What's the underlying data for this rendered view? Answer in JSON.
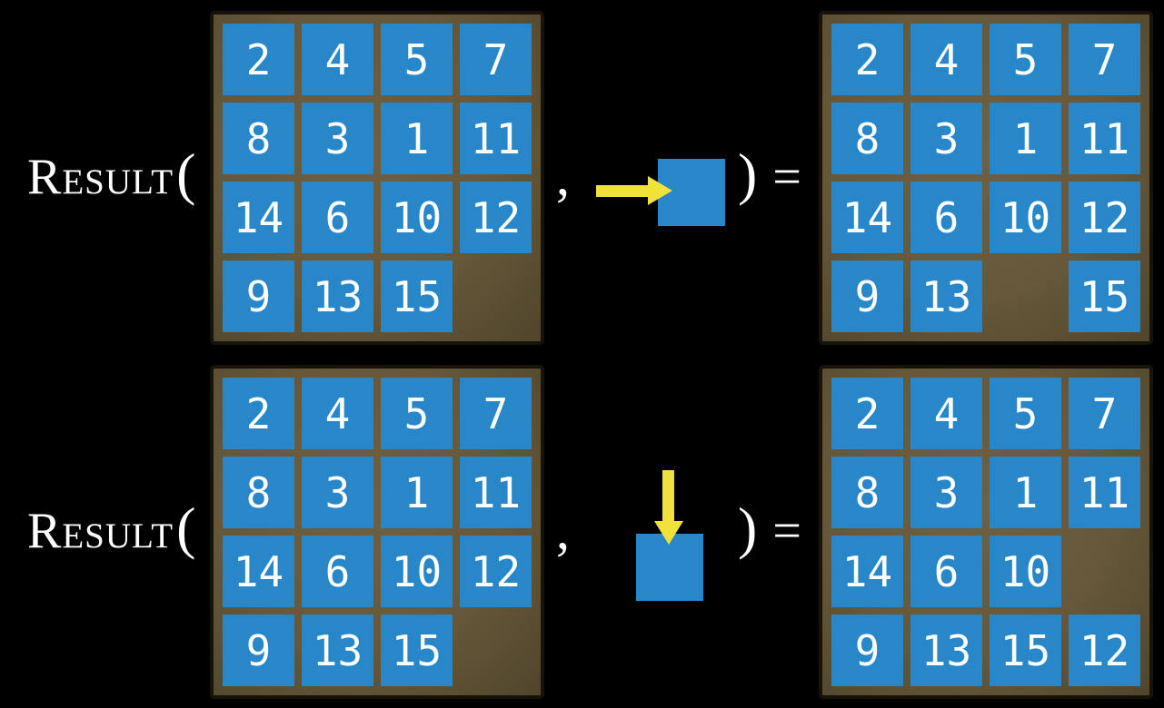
{
  "syntax": {
    "function_label": "Result",
    "open_paren": "(",
    "comma": ",",
    "close_paren": ")",
    "equals": "="
  },
  "colors": {
    "background": "#000000",
    "tile_blue": "#2787c8",
    "board_face_brown": "#665839",
    "board_border_dark": "#17120a",
    "arrow_yellow": "#f1e13b",
    "number_white": "#ffffff",
    "label_white": "#ffffff"
  },
  "rows": [
    {
      "name": "move-right-example",
      "move_direction": "right",
      "initial_board": [
        [
          "2",
          "4",
          "5",
          "7"
        ],
        [
          "8",
          "3",
          "1",
          "11"
        ],
        [
          "14",
          "6",
          "10",
          "12"
        ],
        [
          "9",
          "13",
          "15",
          ""
        ]
      ],
      "result_board": [
        [
          "2",
          "4",
          "5",
          "7"
        ],
        [
          "8",
          "3",
          "1",
          "11"
        ],
        [
          "14",
          "6",
          "10",
          "12"
        ],
        [
          "9",
          "13",
          "",
          "15"
        ]
      ]
    },
    {
      "name": "move-down-example",
      "move_direction": "down",
      "initial_board": [
        [
          "2",
          "4",
          "5",
          "7"
        ],
        [
          "8",
          "3",
          "1",
          "11"
        ],
        [
          "14",
          "6",
          "10",
          "12"
        ],
        [
          "9",
          "13",
          "15",
          ""
        ]
      ],
      "result_board": [
        [
          "2",
          "4",
          "5",
          "7"
        ],
        [
          "8",
          "3",
          "1",
          "11"
        ],
        [
          "14",
          "6",
          "10",
          ""
        ],
        [
          "9",
          "13",
          "15",
          "12"
        ]
      ]
    }
  ]
}
